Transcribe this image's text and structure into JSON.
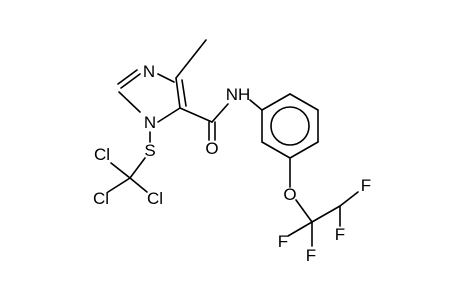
{
  "molecule": {
    "atoms": {
      "n3": "N",
      "n1": "N",
      "s": "S",
      "cl1": "Cl",
      "cl2": "Cl",
      "cl3": "Cl",
      "o_carbonyl": "O",
      "nh": "NH",
      "o_ether": "O",
      "f1": "F",
      "f2": "F",
      "f3": "F",
      "f4": "F"
    },
    "colors": {
      "ink": "#000000",
      "background": "#ffffff"
    }
  }
}
